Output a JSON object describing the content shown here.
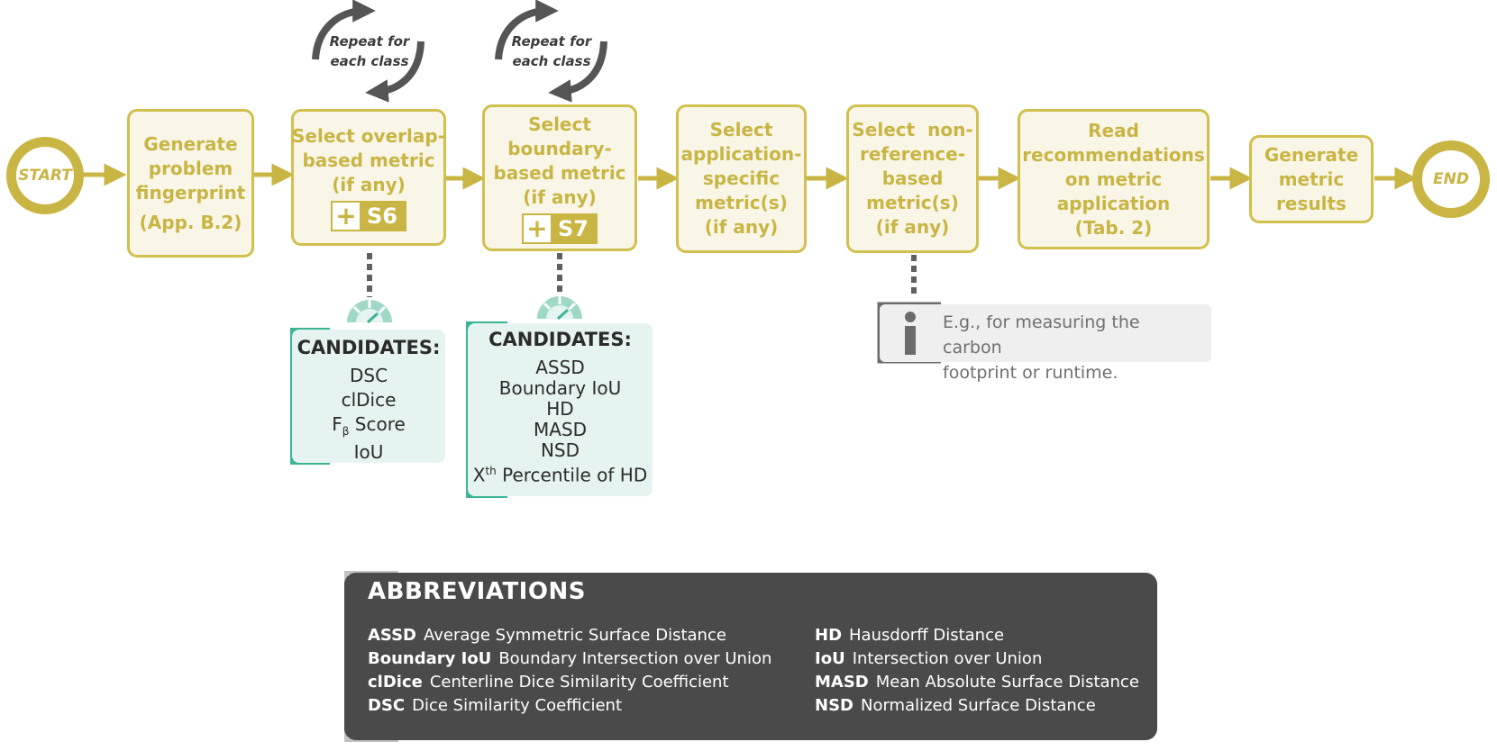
{
  "start_label": "START",
  "end_label": "END",
  "repeat_label": [
    "Repeat for",
    "each class"
  ],
  "steps": [
    {
      "lines": [
        "Generate",
        "problem",
        "fingerprint",
        "(App. B.2)"
      ]
    },
    {
      "lines": [
        "Select overlap-",
        "based metric",
        "(if any)"
      ],
      "supplement": {
        "plus": "+",
        "code": "S6"
      }
    },
    {
      "lines": [
        "Select",
        "boundary-",
        "based metric",
        "(if any)"
      ],
      "supplement": {
        "plus": "+",
        "code": "S7"
      }
    },
    {
      "lines": [
        "Select",
        "application-",
        "specific",
        "metric(s)",
        "(if any)"
      ]
    },
    {
      "lines": [
        "Select  non-",
        "reference-",
        "based",
        "metric(s)",
        "(if any)"
      ]
    },
    {
      "lines": [
        "Read",
        "recommendations",
        "on metric",
        "application",
        "(Tab. 2)"
      ]
    },
    {
      "lines": [
        "Generate",
        "metric",
        "results"
      ]
    }
  ],
  "candidates_overlap": {
    "title": "CANDIDATES:",
    "items": [
      "DSC",
      "clDice",
      "F",
      "β",
      "Score",
      "IoU"
    ]
  },
  "candidates_boundary": {
    "title": "CANDIDATES:",
    "items": [
      "ASSD",
      "Boundary IoU",
      "HD",
      "MASD",
      "NSD",
      "X",
      "th",
      "Percentile of HD"
    ]
  },
  "info_note": {
    "icon": "info-icon",
    "lines": [
      "E.g., for measuring the carbon",
      "footprint or runtime."
    ]
  },
  "abbreviations": {
    "title": "ABBREVIATIONS",
    "entries": [
      {
        "abbr": "ASSD",
        "full": "Average Symmetric Surface Distance"
      },
      {
        "abbr": "Boundary IoU",
        "full": "Boundary Intersection over Union"
      },
      {
        "abbr": "clDice",
        "full": "Centerline Dice Similarity Coefficient"
      },
      {
        "abbr": "DSC",
        "full": "Dice Similarity Coefficient"
      },
      {
        "abbr": "HD",
        "full": "Hausdorff Distance"
      },
      {
        "abbr": "IoU",
        "full": "Intersection over Union"
      },
      {
        "abbr": "MASD",
        "full": "Mean Absolute Surface Distance"
      },
      {
        "abbr": "NSD",
        "full": "Normalized Surface Distance"
      }
    ]
  },
  "colors": {
    "olive": "#c9b543",
    "box_fill": "#f9f6e8",
    "teal": "#3cb495",
    "teal_fill": "#e5f4f0",
    "dark": "#4a4a4a",
    "connector": "#606060"
  },
  "icons": [
    "repeat-arrow-icon",
    "gauge-icon",
    "info-icon",
    "arrow-right-icon"
  ]
}
